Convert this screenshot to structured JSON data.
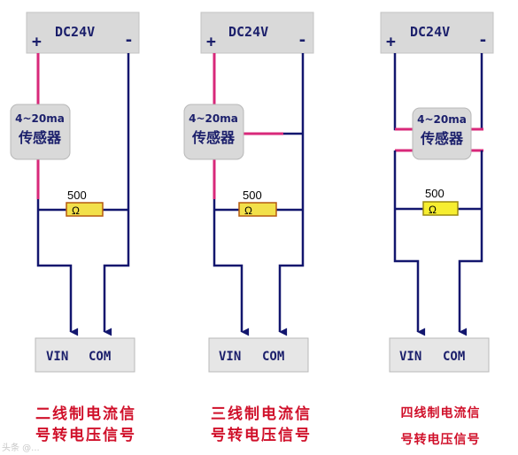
{
  "supply_label": "DC24V",
  "plus_sign": "+",
  "minus_sign": "-",
  "sensor_line1": "4~20ma",
  "sensor_line2": "传感器",
  "resistor_value": "500",
  "resistor_symbol": "Ω",
  "vin_label": "VIN",
  "com_label": "COM",
  "captions": [
    {
      "line1": "二线制电流信",
      "line2": "号转电压信号"
    },
    {
      "line1": "三线制电流信",
      "line2": "号转电压信号"
    },
    {
      "line1": "四线制电流信",
      "line2": "号转电压信号"
    }
  ],
  "watermark": "头条 @...",
  "colors": {
    "wire": "#12166e",
    "pink": "#d8287a",
    "box": "#d9d9d9",
    "resistor": "#f2e04a",
    "caption": "#d0102a"
  }
}
